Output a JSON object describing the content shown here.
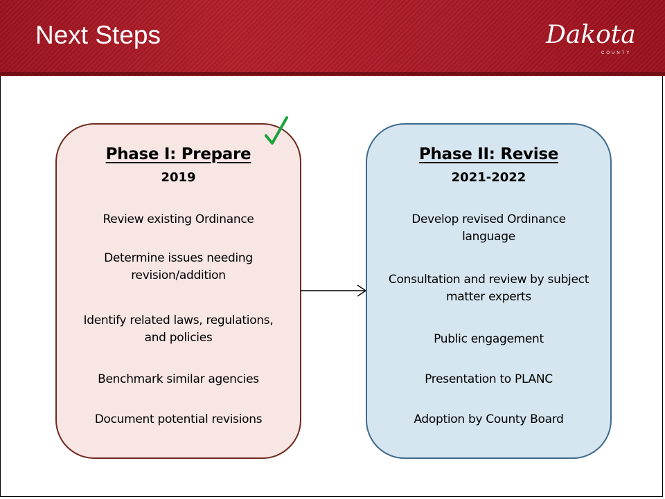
{
  "header": {
    "title": "Next Steps",
    "logo_text": "Dakota",
    "logo_subtext": "COUNTY"
  },
  "phases": [
    {
      "title": "Phase I: Prepare",
      "year": "2019",
      "completed": true,
      "steps": [
        "Review existing Ordinance",
        "Determine issues needing revision/addition",
        "Identify related laws, regulations, and policies",
        "Benchmark similar agencies",
        "Document potential revisions"
      ]
    },
    {
      "title": "Phase II: Revise",
      "year": "2021-2022",
      "completed": false,
      "steps": [
        "Develop revised Ordinance language",
        "Consultation and review by subject matter experts",
        "Public engagement",
        "Presentation to PLANC",
        "Adoption by County Board"
      ]
    }
  ],
  "colors": {
    "header": "#ab1c27",
    "phase_1_fill": "#f7e6e4",
    "phase_1_border": "#6e2a20",
    "phase_2_fill": "#d6e6f0",
    "phase_2_border": "#3e6a8c",
    "checkmark": "#1aa33a"
  },
  "icons": {
    "check": "checkmark-icon",
    "arrow": "arrow-right-icon"
  }
}
